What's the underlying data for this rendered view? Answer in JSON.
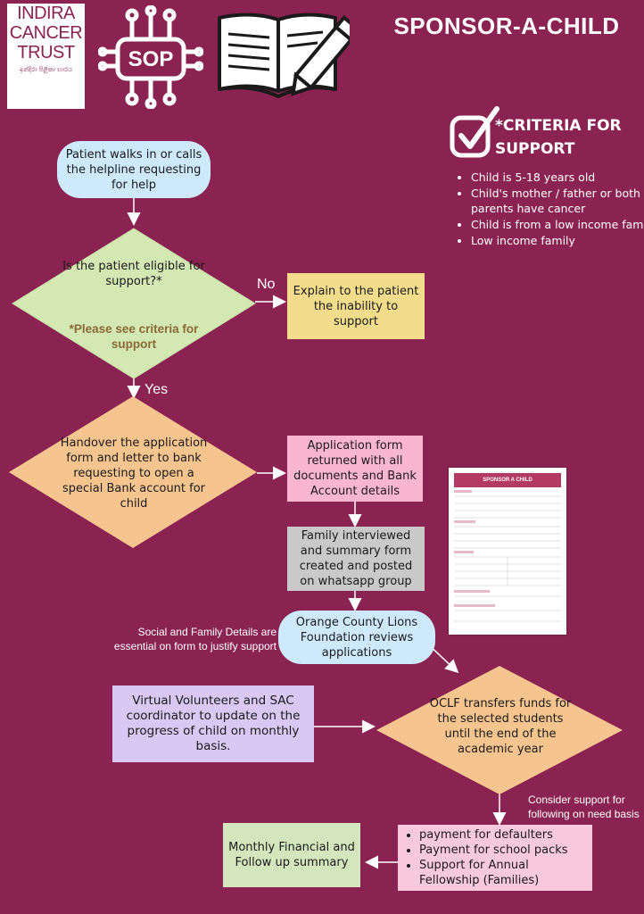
{
  "logo": {
    "line1": "INDIRA",
    "line2": "CANCER",
    "line3": "TRUST",
    "sub": "ඉන්දිරා පිළිකා භාරය"
  },
  "sop_badge": "SOP",
  "title": "SPONSOR-A-CHILD",
  "criteria": {
    "title": "*CRITERIA FOR SUPPORT",
    "items": [
      "Child is 5-18 years old",
      "Child's mother / father or both parents have cancer",
      "Child is from a low income family",
      "Low income family"
    ]
  },
  "flow": {
    "start": "Patient walks in or calls the helpline requesting for help",
    "decision": "Is the patient eligible for support?*",
    "decision_note": "*Please see criteria for support",
    "no_label": "No",
    "no_box": "Explain to the patient the inability to support",
    "yes_label": "Yes",
    "handover": "Handover the application form and letter to bank requesting to open a special Bank account for child",
    "returned": "Application form returned with all documents and Bank Account details",
    "interview": "Family interviewed and summary form created and posted on whatsapp group",
    "reviews": "Orange County Lions Foundation reviews applications",
    "social_note": "Social and Family Details are essential on form to justify support",
    "volunteers": "Virtual Volunteers and SAC coordinator to update on the progress of child on monthly basis.",
    "ocl_transfer": "OCLF transfers funds for the selected students until the end of the academic year",
    "consider_note": "Consider support for following on need basis",
    "support_items": [
      "payment for defaulters",
      "Payment for school packs",
      "Support for Annual Fellowship (Families)"
    ],
    "monthly": "Monthly Financial and Follow up summary"
  },
  "form_preview": {
    "heading": "SPONSOR A CHILD"
  },
  "colors": {
    "background": "#8b2352",
    "pill": "#cde9fb",
    "decision_green": "#d3e8b3",
    "orange": "#f6c48e",
    "khaki": "#f3dd8c",
    "pink": "#fbb6cf",
    "grey": "#c9c9c9",
    "lavender": "#d9c8f3",
    "light_green": "#d4e6bd",
    "light_pink": "#f8c8dc"
  }
}
